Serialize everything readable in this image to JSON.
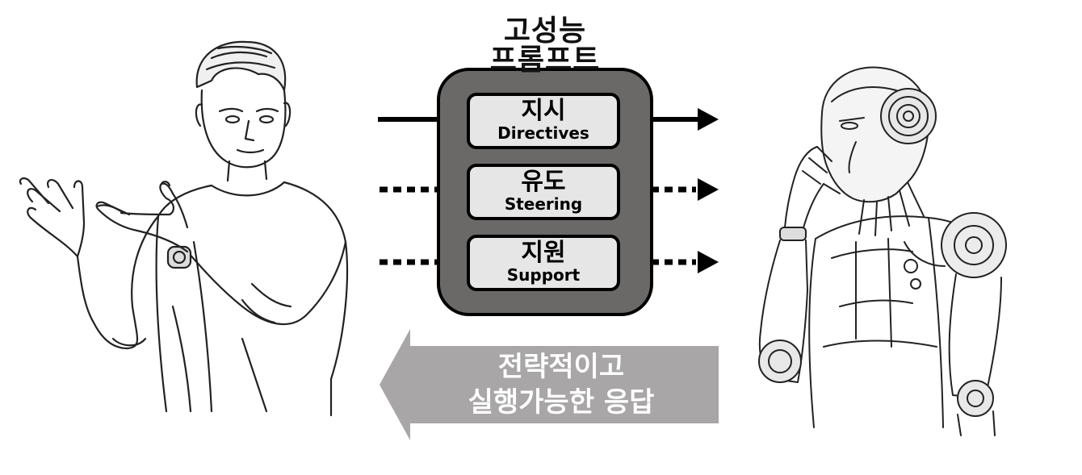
{
  "title": {
    "line1": "고성능",
    "line2": "프롬프트"
  },
  "components": [
    {
      "ko": "지시",
      "en": "Directives",
      "line": "solid"
    },
    {
      "ko": "유도",
      "en": "Steering",
      "line": "dotted"
    },
    {
      "ko": "지원",
      "en": "Support",
      "line": "dotted"
    }
  ],
  "response": {
    "line1": "전략적이고",
    "line2": "실행가능한 응답"
  },
  "colors": {
    "container": "#6b6868",
    "box": "#e6e6e6",
    "response_arrow": "#a8a6a6",
    "line": "#000000"
  }
}
